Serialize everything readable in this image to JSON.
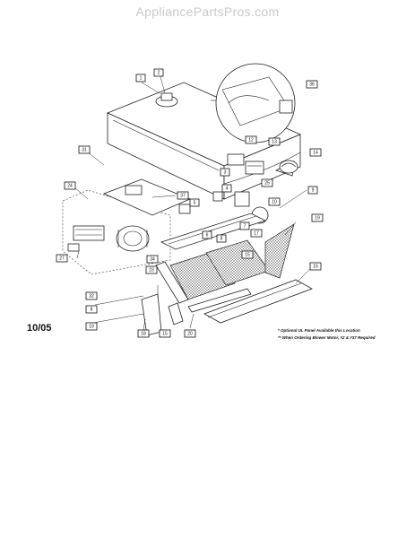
{
  "header": {
    "watermark": "AppliancePartsPros.com"
  },
  "footer": {
    "date": "10/05",
    "note_optional": "* Optional UL Panel Available this Location",
    "note_ordering": "** When Ordering Blower Motor, #2 & #37 Required"
  },
  "callouts": [
    "1",
    "2",
    "36",
    "31",
    "12",
    "13",
    "14",
    "24",
    "3",
    "25",
    "37",
    "4",
    "10",
    "5",
    "9",
    "19",
    "6",
    "7",
    "8",
    "17",
    "27",
    "34",
    "15",
    "23",
    "16",
    "32",
    "8",
    "19",
    "18",
    "15",
    "20"
  ],
  "diagram": {
    "stroke_color": "#222222",
    "background": "#ffffff"
  }
}
